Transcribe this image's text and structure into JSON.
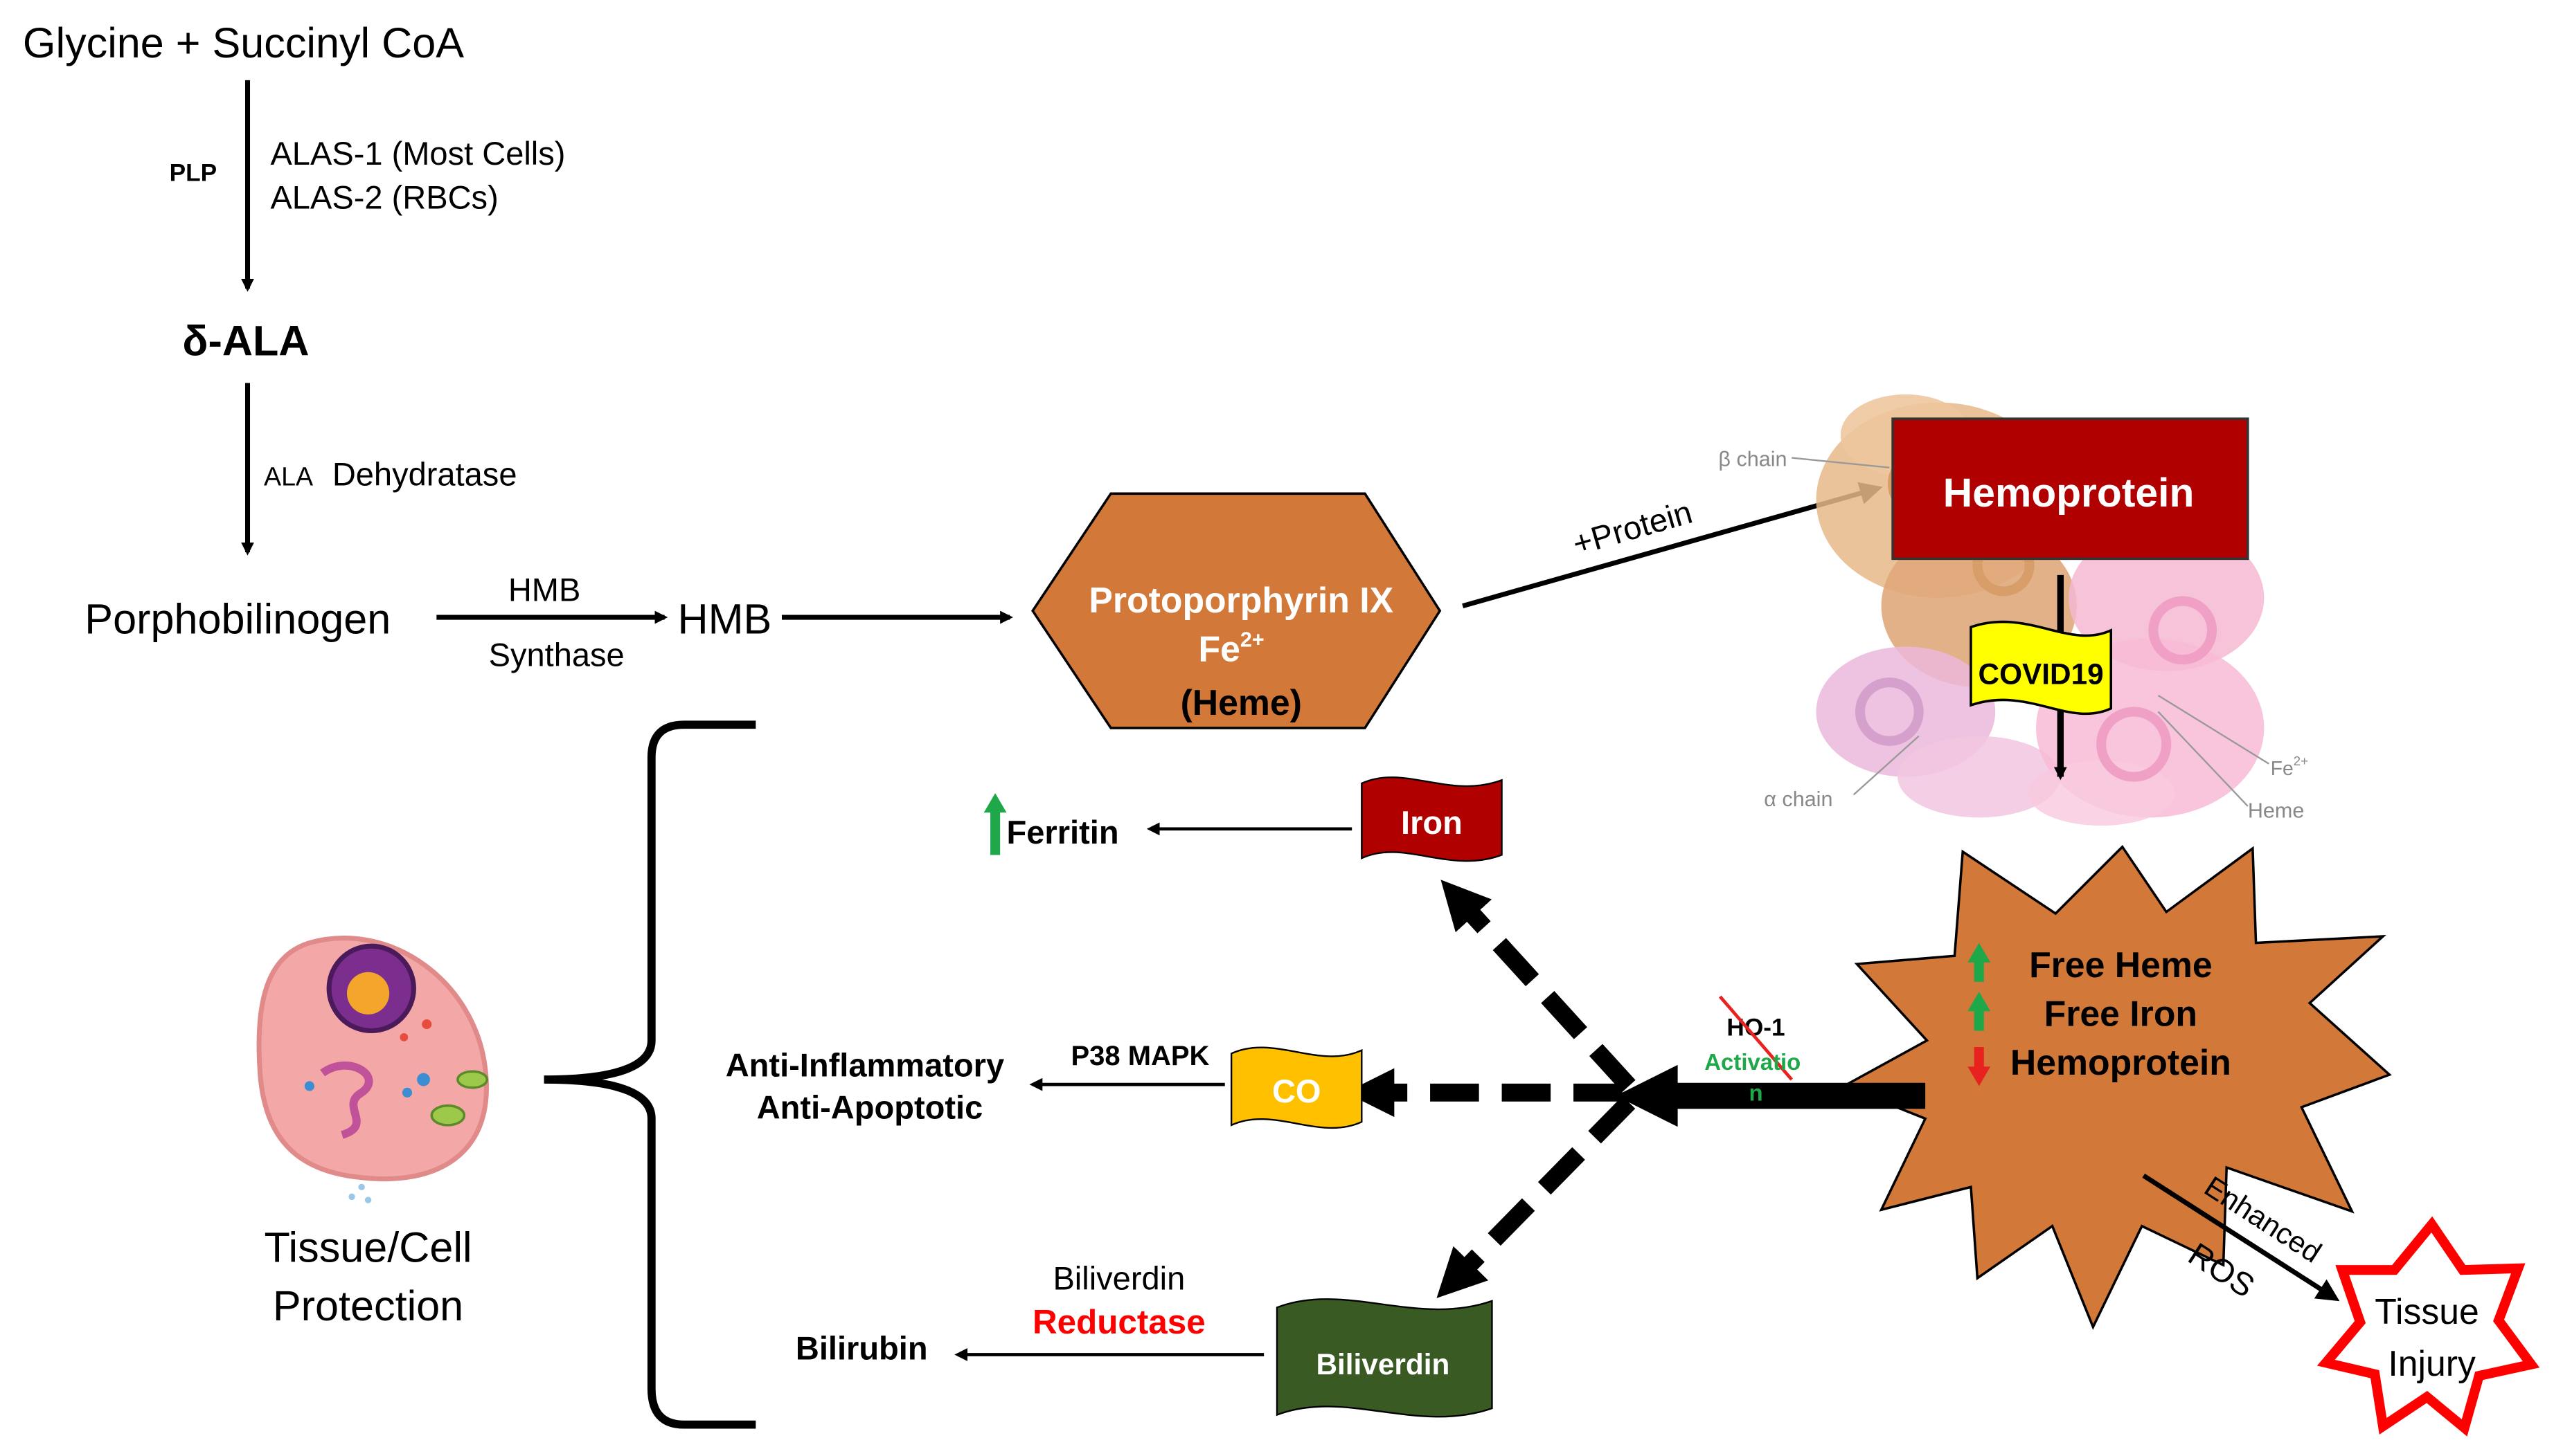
{
  "pathway": {
    "glycine": "Glycine + Succinyl CoA",
    "plp": "PLP",
    "alas1": "ALAS-1 (Most Cells)",
    "alas2": "ALAS-2 (RBCs)",
    "delta_ala": "δ-ALA",
    "ala_dehydratase_prefix": "ALA",
    "ala_dehydratase": "Dehydratase",
    "porphobilinogen": "Porphobilinogen",
    "hmb_top": "HMB",
    "hmb_synthase": "Synthase",
    "hmb": "HMB"
  },
  "heme_node": {
    "line1": "Protoporphyrin IX",
    "line2": "Fe",
    "line2_sup": "2+",
    "line3": "(Heme)"
  },
  "protein_edge": "+Protein",
  "hemoprotein": {
    "title": "Hemoprotein",
    "covid": "COVID19",
    "beta_chain": "β chain",
    "alpha_chain": "α chain",
    "fe": "Fe",
    "fe_sup": "2+",
    "heme": "Heme"
  },
  "free_heme_star": {
    "line1": "Free Heme",
    "line2": "Free Iron",
    "line3": "Hemoprotein"
  },
  "ho1": {
    "label": "HO-1",
    "activation_a": "Activatio",
    "activation_b": "n"
  },
  "ros": {
    "enhanced": "Enhanced",
    "ros": "ROS"
  },
  "tissue_injury": {
    "line1": "Tissue",
    "line2": "Injury"
  },
  "products": {
    "iron": "Iron",
    "ferritin": "Ferritin",
    "co": "CO",
    "p38": "P38 MAPK",
    "anti_inflammatory": "Anti-Inflammatory",
    "anti_apoptotic": "Anti-Apoptotic",
    "biliverdin": "Biliverdin",
    "biliverdin_reductase_1": "Biliverdin",
    "biliverdin_reductase_2": "Reductase",
    "bilirubin": "Bilirubin"
  },
  "protection": {
    "line1": "Tissue/Cell",
    "line2": "Protection"
  },
  "colors": {
    "heme_orange": "#D2793A",
    "hemoprotein_red": "#B00000",
    "covid_yellow": "#FFFF00",
    "iron_red": "#B00000",
    "co_yellow": "#FFC000",
    "biliverdin_green": "#3A5A24",
    "up_green": "#1FA84A",
    "down_red": "#E8231F",
    "reductase_red": "#FF0000",
    "activation_green": "#1FA84A",
    "injury_star_red": "#FF0000"
  }
}
